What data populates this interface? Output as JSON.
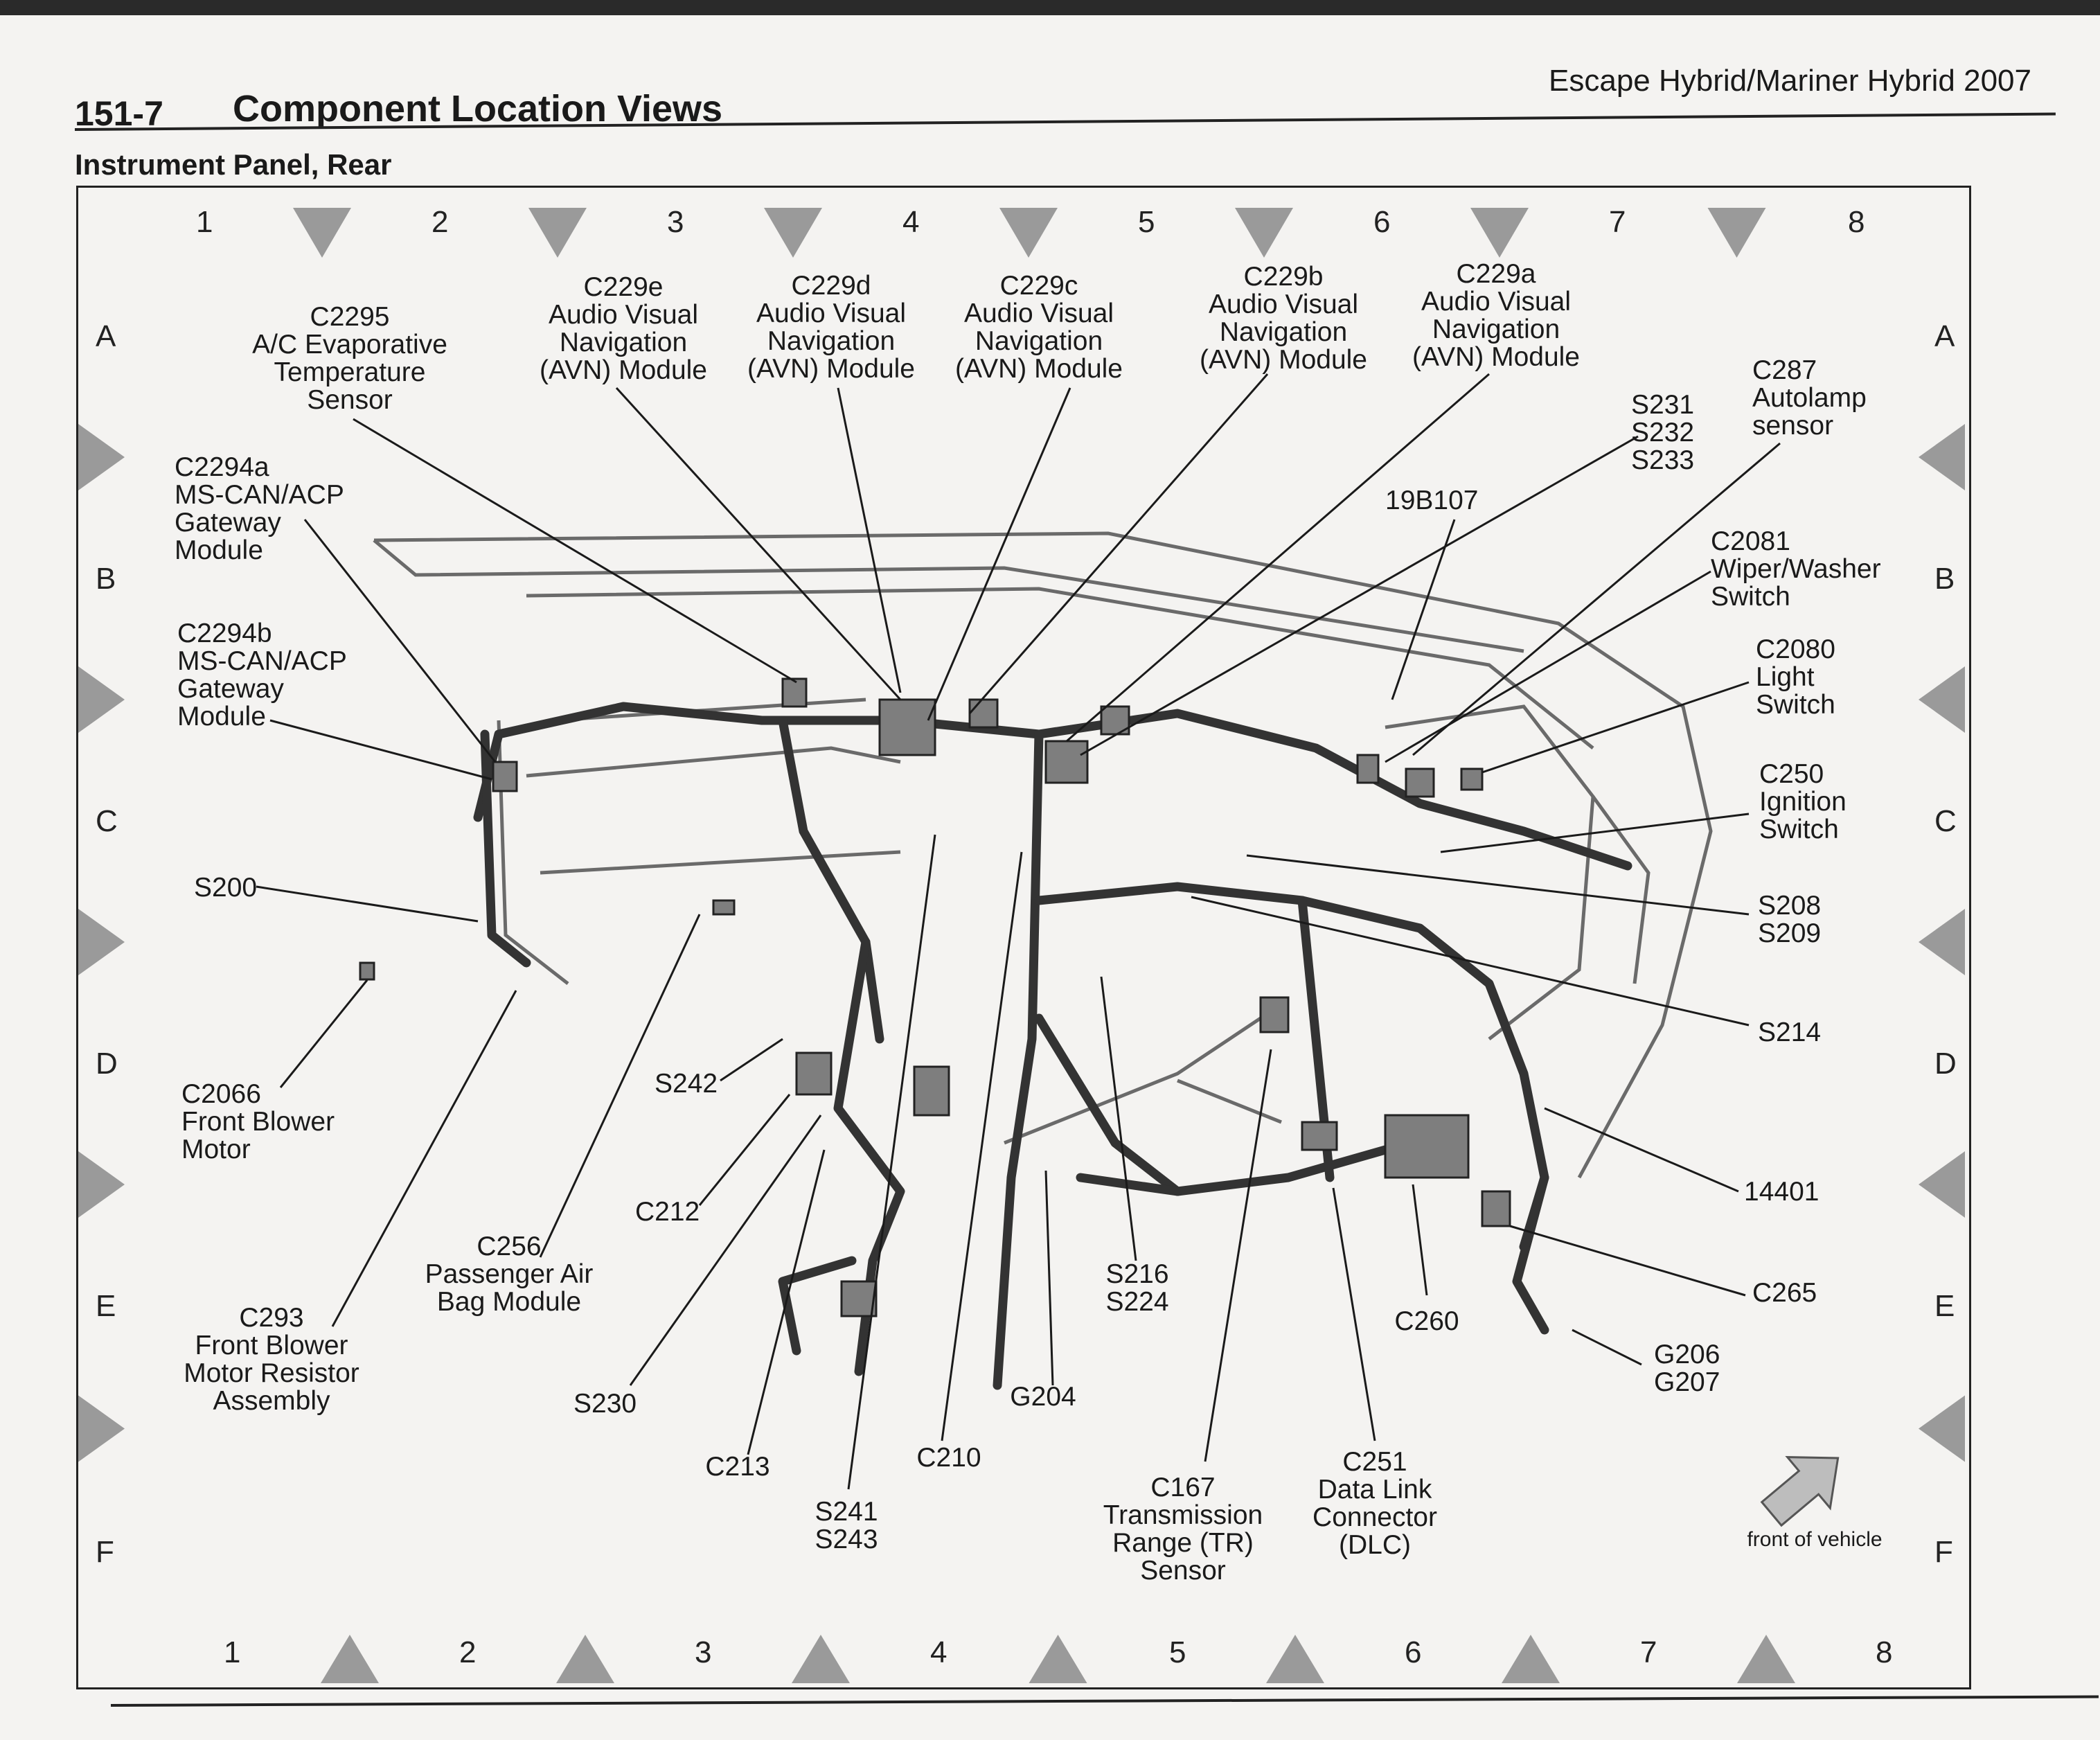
{
  "header": {
    "section_number": "151-7",
    "section_title": "Component Location Views",
    "vehicle_model": "Escape Hybrid/Mariner Hybrid 2007",
    "view_title": "Instrument Panel, Rear"
  },
  "grid": {
    "columns": [
      "1",
      "2",
      "3",
      "4",
      "5",
      "6",
      "7",
      "8"
    ],
    "rows": [
      "A",
      "B",
      "C",
      "D",
      "E",
      "F"
    ]
  },
  "components": {
    "c2295": [
      "C2295",
      "A/C Evaporative",
      "Temperature",
      "Sensor"
    ],
    "c229e": [
      "C229e",
      "Audio Visual",
      "Navigation",
      "(AVN) Module"
    ],
    "c229d": [
      "C229d",
      "Audio Visual",
      "Navigation",
      "(AVN) Module"
    ],
    "c229c": [
      "C229c",
      "Audio Visual",
      "Navigation",
      "(AVN) Module"
    ],
    "c229b": [
      "C229b",
      "Audio Visual",
      "Navigation",
      "(AVN) Module"
    ],
    "c229a": [
      "C229a",
      "Audio Visual",
      "Navigation",
      "(AVN) Module"
    ],
    "c287": [
      "C287",
      "Autolamp",
      "sensor"
    ],
    "s231": [
      "S231",
      "S232",
      "S233"
    ],
    "n19b107": [
      "19B107"
    ],
    "c2294a": [
      "C2294a",
      "MS-CAN/ACP",
      "Gateway",
      "Module"
    ],
    "c2294b": [
      "C2294b",
      "MS-CAN/ACP",
      "Gateway",
      "Module"
    ],
    "c2081": [
      "C2081",
      "Wiper/Washer",
      "Switch"
    ],
    "c2080": [
      "C2080",
      "Light",
      "Switch"
    ],
    "c250": [
      "C250",
      "Ignition",
      "Switch"
    ],
    "s200": [
      "S200"
    ],
    "s208": [
      "S208",
      "S209"
    ],
    "s214": [
      "S214"
    ],
    "c2066": [
      "C2066",
      "Front Blower",
      "Motor"
    ],
    "s242": [
      "S242"
    ],
    "c212": [
      "C212"
    ],
    "n14401": [
      "14401"
    ],
    "c256": [
      "C256",
      "Passenger Air",
      "Bag Module"
    ],
    "s216": [
      "S216",
      "S224"
    ],
    "c265": [
      "C265"
    ],
    "c260": [
      "C260"
    ],
    "g206": [
      "G206",
      "G207"
    ],
    "c293": [
      "C293",
      "Front Blower",
      "Motor Resistor",
      "Assembly"
    ],
    "s230": [
      "S230"
    ],
    "g204": [
      "G204"
    ],
    "c213": [
      "C213"
    ],
    "c210": [
      "C210"
    ],
    "c251": [
      "C251",
      "Data Link",
      "Connector",
      "(DLC)"
    ],
    "s241": [
      "S241",
      "S243"
    ],
    "c167": [
      "C167",
      "Transmission",
      "Range (TR)",
      "Sensor"
    ],
    "front": [
      "front of vehicle"
    ]
  }
}
